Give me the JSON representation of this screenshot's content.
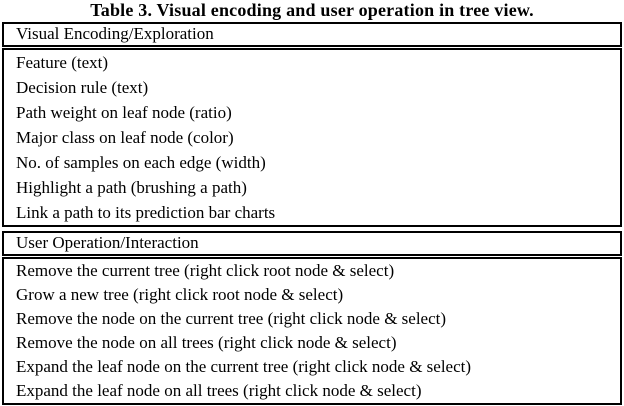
{
  "caption": "Table 3. Visual encoding and user operation in tree view.",
  "sections": [
    {
      "header": "Visual Encoding/Exploration",
      "rows": [
        "Feature (text)",
        "Decision rule (text)",
        "Path weight on leaf node (ratio)",
        "Major class on leaf node (color)",
        "No. of samples on each edge (width)",
        "Highlight a path (brushing a path)",
        "Link a path to its prediction bar charts"
      ]
    },
    {
      "header": "User Operation/Interaction",
      "rows": [
        "Remove the current tree (right click root node & select)",
        "Grow a new tree (right click root node & select)",
        "Remove the node on the current tree (right click node & select)",
        "Remove the node on all trees (right click node & select)",
        "Expand the leaf node on the current tree (right click node & select)",
        "Expand the leaf node on all trees (right click node & select)"
      ]
    }
  ],
  "colors": {
    "border": "#000000",
    "text": "#000000",
    "background": "#ffffff"
  }
}
